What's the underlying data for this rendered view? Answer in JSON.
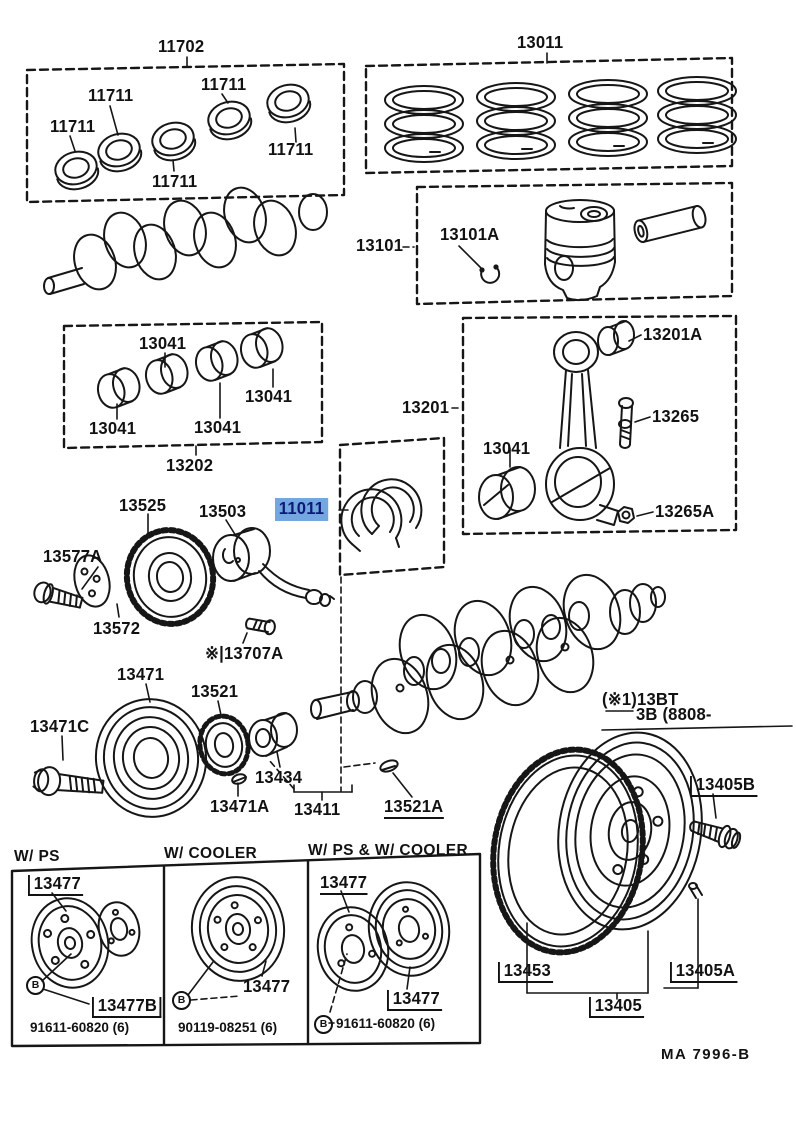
{
  "page": {
    "figure_code": "MA 7996-B",
    "background": "#ffffff",
    "highlight_color": "#74a7e0",
    "highlighted_part": "11011"
  },
  "variant_headers": [
    "W/ PS",
    "W/ COOLER",
    "W/ PS & W/ COOLER"
  ],
  "shared_bolt_marker": "B",
  "callouts": [
    {
      "name": "11702",
      "text": "11702"
    },
    {
      "name": "11711-1",
      "text": "11711"
    },
    {
      "name": "11711-2",
      "text": "11711"
    },
    {
      "name": "11711-3",
      "text": "11711"
    },
    {
      "name": "11711-4",
      "text": "11711"
    },
    {
      "name": "11711-5",
      "text": "11711"
    },
    {
      "name": "13011",
      "text": "13011"
    },
    {
      "name": "13101",
      "text": "13101"
    },
    {
      "name": "13101A",
      "text": "13101A"
    },
    {
      "name": "13041-1",
      "text": "13041"
    },
    {
      "name": "13041-2",
      "text": "13041"
    },
    {
      "name": "13041-3",
      "text": "13041"
    },
    {
      "name": "13041-4",
      "text": "13041"
    },
    {
      "name": "13202",
      "text": "13202"
    },
    {
      "name": "13201",
      "text": "13201"
    },
    {
      "name": "13201A",
      "text": "13201A"
    },
    {
      "name": "13265",
      "text": "13265"
    },
    {
      "name": "13041-rod",
      "text": "13041"
    },
    {
      "name": "13265A",
      "text": "13265A"
    },
    {
      "name": "11011",
      "text": "11011"
    },
    {
      "name": "13525",
      "text": "13525"
    },
    {
      "name": "13503",
      "text": "13503"
    },
    {
      "name": "13577A",
      "text": "13577A"
    },
    {
      "name": "13572",
      "text": "13572"
    },
    {
      "name": "13707A",
      "text": "※|13707A"
    },
    {
      "name": "13471",
      "text": "13471"
    },
    {
      "name": "13521",
      "text": "13521"
    },
    {
      "name": "13471C",
      "text": "13471C"
    },
    {
      "name": "13434",
      "text": "13434"
    },
    {
      "name": "13471A",
      "text": "13471A"
    },
    {
      "name": "13411",
      "text": "13411"
    },
    {
      "name": "13521A",
      "text": "13521A"
    },
    {
      "name": "13bt-note",
      "text": "(※1)13BT"
    },
    {
      "name": "3b-8808-note",
      "text": "3B (8808-"
    },
    {
      "name": "13405B",
      "text": "13405B"
    },
    {
      "name": "13453",
      "text": "13453"
    },
    {
      "name": "13405A",
      "text": "13405A"
    },
    {
      "name": "13405",
      "text": "13405"
    },
    {
      "name": "13477-ps",
      "text": "13477"
    },
    {
      "name": "13477B",
      "text": "13477B"
    },
    {
      "name": "91611-ps",
      "text": "91611-60820 (6)"
    },
    {
      "name": "13477-cooler",
      "text": "13477"
    },
    {
      "name": "90119-cooler",
      "text": "90119-08251 (6)"
    },
    {
      "name": "13477-psc-top",
      "text": "13477"
    },
    {
      "name": "13477-psc-bottom",
      "text": "13477"
    },
    {
      "name": "91611-psc",
      "text": "91611-60820 (6)"
    }
  ]
}
